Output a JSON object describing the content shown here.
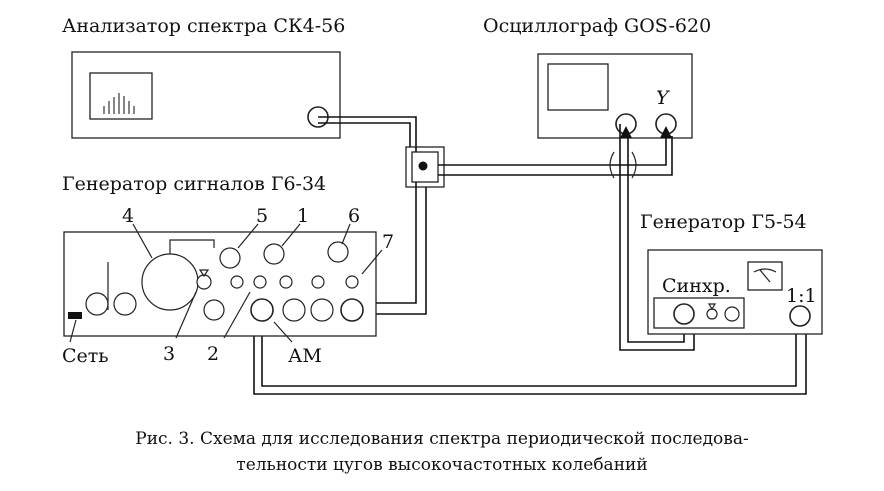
{
  "labels": {
    "analyzer": "Анализатор спектра СК4-56",
    "oscilloscope": "Осциллограф GOS-620",
    "osc_y": "Y",
    "generator_g6": "Генератор сигналов Г6-34",
    "generator_g5": "Генератор Г5-54",
    "sync": "Синхр.",
    "ratio": "1:1",
    "mains": "Сеть",
    "am": "АМ",
    "num_1": "1",
    "num_2": "2",
    "num_3": "3",
    "num_4": "4",
    "num_5": "5",
    "num_6": "6",
    "num_7": "7"
  },
  "caption": {
    "line1": "Рис. 3. Схема для исследования спектра периодической последова-",
    "line2": "тельности цугов высокочастотных колебаний"
  }
}
